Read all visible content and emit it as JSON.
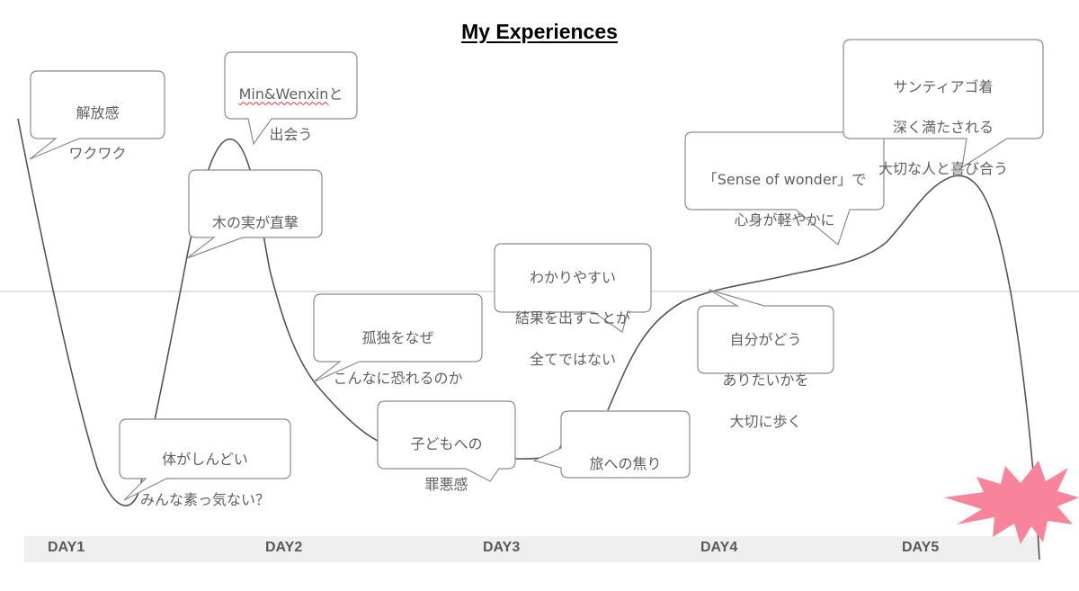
{
  "title": "My Experiences",
  "day_axis": [
    "DAY1",
    "DAY2",
    "DAY3",
    "DAY4",
    "DAY5"
  ],
  "callouts": [
    {
      "id": "liberation",
      "lines": [
        "解放感",
        "ワクワク"
      ]
    },
    {
      "id": "meet",
      "line1_name": "Min&Wenxin",
      "line1_suffix": "と",
      "line2": "出会う"
    },
    {
      "id": "nut",
      "lines": [
        "木の実が直撃"
      ]
    },
    {
      "id": "tired",
      "lines": [
        "体がしんどい",
        "みんな素っ気ない？"
      ]
    },
    {
      "id": "lonely",
      "lines": [
        "孤独をなぜ",
        "こんなに恐れるのか"
      ]
    },
    {
      "id": "guilt",
      "lines": [
        "子どもへの",
        "罪悪感"
      ]
    },
    {
      "id": "easy-results",
      "lines": [
        "わかりやすい",
        "結果を出すことが",
        "全てではない"
      ]
    },
    {
      "id": "impatience",
      "lines": [
        "旅への焦り"
      ]
    },
    {
      "id": "walk",
      "lines": [
        "自分がどう",
        "ありたいかを",
        "大切に歩く"
      ]
    },
    {
      "id": "wonder",
      "lines": [
        "「Sense of wonder」で",
        "心身が軽やかに"
      ]
    },
    {
      "id": "santiago",
      "lines": [
        "サンティアゴ着",
        "深く満たされる",
        "大切な人と喜び合う"
      ]
    }
  ],
  "colors": {
    "curve": "#555555",
    "callout_border": "#8c8c8c",
    "axis_band": "#efefef",
    "burst": "#f8849c",
    "midline": "#d9d9d9"
  }
}
